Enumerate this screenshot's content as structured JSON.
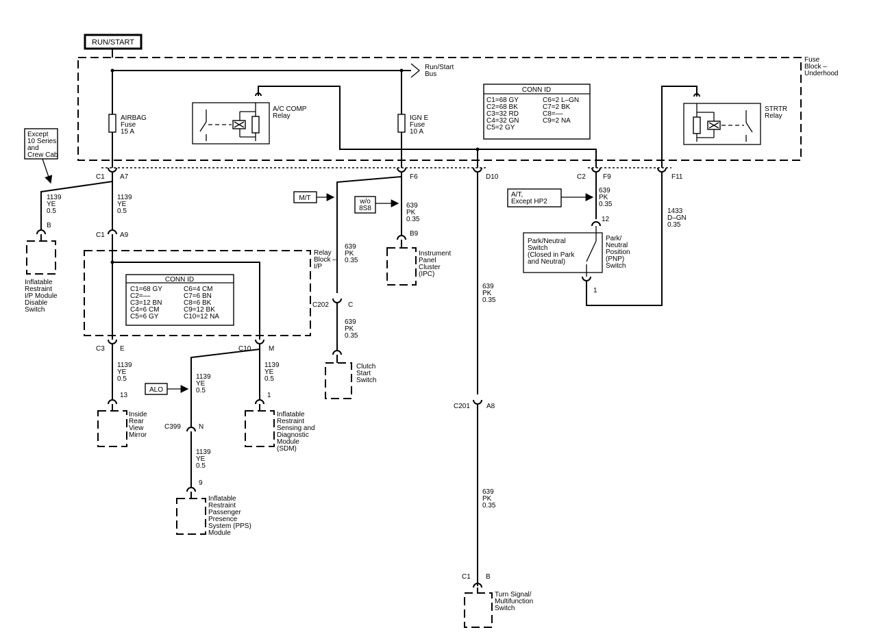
{
  "power": {
    "label": "RUN/START"
  },
  "bus": {
    "label_lines": [
      "Run/Start",
      "Bus"
    ]
  },
  "fuse_block": {
    "label_lines": [
      "Fuse",
      "Block –",
      "Underhood"
    ]
  },
  "relay_block": {
    "label_lines": [
      "Relay",
      "Block –",
      "I/P"
    ]
  },
  "fuses": [
    {
      "lines": [
        "AIRBAG",
        "Fuse",
        "15 A"
      ]
    },
    {
      "lines": [
        "IGN E",
        "Fuse",
        "10 A"
      ]
    }
  ],
  "relays": [
    {
      "lines": [
        "A/C COMP",
        "Relay"
      ]
    },
    {
      "lines": [
        "STRTR",
        "Relay"
      ]
    }
  ],
  "conn_id_underhood": {
    "title": "CONN ID",
    "left": [
      "C1=68 GY",
      "C2=68 BK",
      "C3=32 RD",
      "C4=32 GN",
      "C5=2 GY"
    ],
    "right": [
      "C6=2 L–GN",
      "C7=2 BK",
      "C8=––",
      "C9=2 NA"
    ]
  },
  "conn_id_ip": {
    "title": "CONN ID",
    "left": [
      "C1=68 GY",
      "C2=––",
      "C3=12 BN",
      "C4=6 CM",
      "C5=6 GY"
    ],
    "right": [
      "C6=4 CM",
      "C7=6 BN",
      "C8=6 BK",
      "C9=12 BK",
      "C10=12 NA"
    ]
  },
  "options": {
    "except_10": [
      "Except",
      "10 Series",
      "and",
      "Crew Cab"
    ],
    "mt": "M/T",
    "wo8s8": [
      "w/o",
      "8S8"
    ],
    "at": [
      "A/T,",
      "Except HP2"
    ],
    "alo": "ALO"
  },
  "connectors": {
    "c1_a7": {
      "c": "C1",
      "p": "A7"
    },
    "c1_a9": {
      "c": "C1",
      "p": "A9"
    },
    "c3_e": {
      "c": "C3",
      "p": "E"
    },
    "c10_m": {
      "c": "C10",
      "p": "M"
    },
    "c399_n": {
      "c": "C399",
      "p": "N"
    },
    "f6": {
      "p": "F6"
    },
    "d10": {
      "p": "D10"
    },
    "c2_f9": {
      "c": "C2",
      "p": "F9"
    },
    "f11": {
      "p": "F11"
    },
    "c202_c": {
      "c": "C202",
      "p": "C"
    },
    "c201_a8": {
      "c": "C201",
      "p": "A8"
    },
    "c1_b": {
      "c": "C1",
      "p": "B"
    }
  },
  "pins": {
    "b": "B",
    "p13": "13",
    "p1": "1",
    "p9": "9",
    "b9": "B9",
    "p12": "12",
    "pnp1": "1"
  },
  "wires": {
    "w1139_a": [
      "1139",
      "YE",
      "0.5"
    ],
    "w1139_b": [
      "1139",
      "YE",
      "0.5"
    ],
    "w1139_c": [
      "1139",
      "YE",
      "0.5"
    ],
    "w1139_d": [
      "1139",
      "YE",
      "0.5"
    ],
    "w1139_e": [
      "1139",
      "YE",
      "0.5"
    ],
    "w1139_f": [
      "1139",
      "YE",
      "0.5"
    ],
    "w639_ipc": [
      "639",
      "PK",
      "0.35"
    ],
    "w639_clutch1": [
      "639",
      "PK",
      "0.35"
    ],
    "w639_clutch2": [
      "639",
      "PK",
      "0.35"
    ],
    "w639_turn1": [
      "639",
      "PK",
      "0.35"
    ],
    "w639_turn2": [
      "639",
      "PK",
      "0.35"
    ],
    "w639_pnp": [
      "639",
      "PK",
      "0.35"
    ],
    "w1433": [
      "1433",
      "D–GN",
      "0.35"
    ]
  },
  "components": {
    "disable_switch": [
      "Inflatable",
      "Restraint",
      "I/P Module",
      "Disable",
      "Switch"
    ],
    "mirror": [
      "Inside",
      "Rear",
      "View",
      "Mirror"
    ],
    "sdm": [
      "Inflatable",
      "Restraint",
      "Sensing and",
      "Diagnostic",
      "Module",
      "(SDM)"
    ],
    "pps": [
      "Inflatable",
      "Restraint",
      "Passenger",
      "Presence",
      "System (PPS)",
      "Module"
    ],
    "clutch": [
      "Clutch",
      "Start",
      "Switch"
    ],
    "ipc": [
      "Instrument",
      "Panel",
      "Cluster",
      "(IPC)"
    ],
    "pnp_inner": [
      "Park/Neutral",
      "Switch",
      "(Closed in Park",
      "and Neutral)"
    ],
    "pnp_label": [
      "Park/",
      "Neutral",
      "Position",
      "(PNP)",
      "Switch"
    ],
    "turn": [
      "Turn Signal/",
      "Multifunction",
      "Switch"
    ]
  }
}
